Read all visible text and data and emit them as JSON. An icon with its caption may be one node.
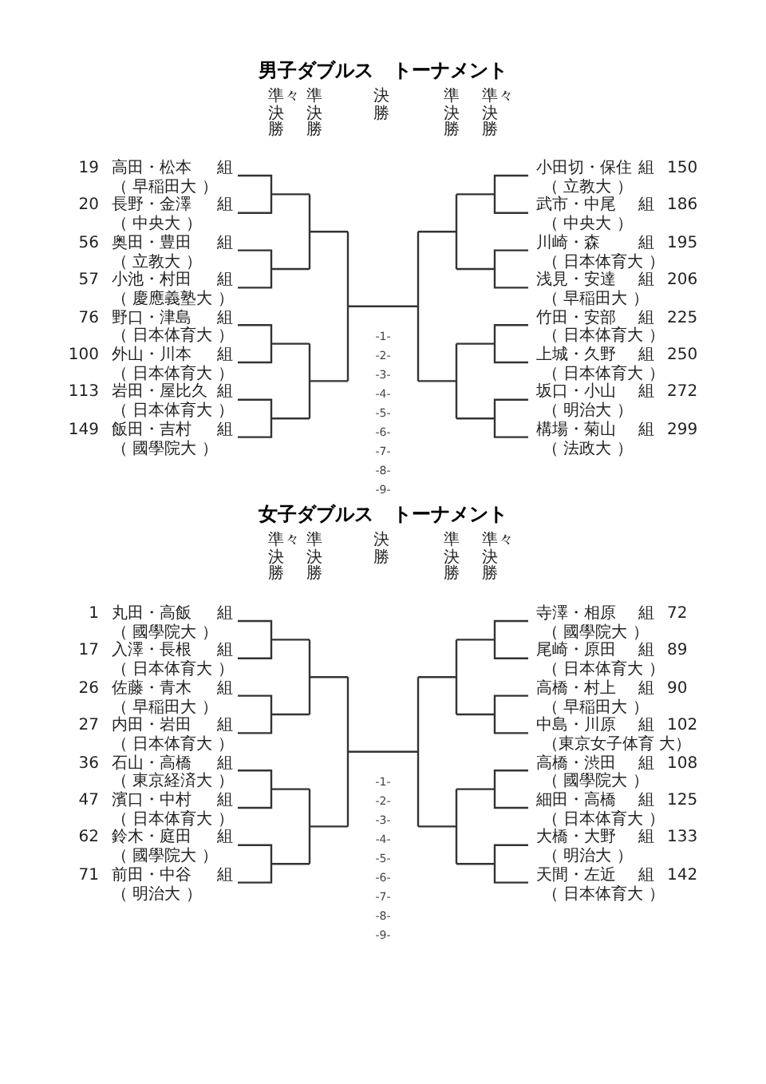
{
  "diagram": {
    "labels": [
      "男子ダブルス　トーナメント",
      "準々決勝",
      "準決勝",
      "決勝",
      "準決勝",
      "準々決勝",
      "19",
      "高田・松本",
      "組",
      "（ 早稲田大 ）",
      "20",
      "長野・金澤",
      "組",
      "（ 中央大 ）",
      "56",
      "奥田・豊田",
      "組",
      "（ 立教大 ）",
      "57",
      "小池・村田",
      "組",
      "（ 慶應義塾大 ）",
      "76",
      "野口・津島",
      "組",
      "（ 日本体育大 ）",
      "100",
      "外山・川本",
      "組",
      "（ 日本体育大 ）",
      "113",
      "岩田・屋比久",
      "組",
      "（ 日本体育大 ）",
      "149",
      "飯田・吉村",
      "組",
      "（ 國學院大 ）",
      "小田切・保住",
      "組",
      "150",
      "（ 立教大 ）",
      "武市・中尾",
      "組",
      "186",
      "（ 中央大 ）",
      "川崎・森",
      "組",
      "195",
      "（ 日本体育大 ）",
      "浅見・安達",
      "組",
      "206",
      "（ 早稲田大 ）",
      "竹田・安部",
      "組",
      "225",
      "（ 日本体育大 ）",
      "上城・久野",
      "組",
      "250",
      "（ 日本体育大 ）",
      "坂口・小山",
      "組",
      "272",
      "（ 明治大 ）",
      "構場・菊山",
      "組",
      "299",
      "（ 法政大 ）",
      "-1-",
      "-2-",
      "-3-",
      "-4-",
      "-5-",
      "-6-",
      "-7-",
      "-8-",
      "-9-",
      "女子ダブルス　トーナメント",
      "準々決勝",
      "準決勝",
      "決勝",
      "準決勝",
      "準々決勝",
      "1",
      "丸田・高飯",
      "組",
      "（ 國學院大 ）",
      "17",
      "入澤・長根",
      "組",
      "（ 日本体育大 ）",
      "26",
      "佐藤・青木",
      "組",
      "（ 早稲田大 ）",
      "27",
      "内田・岩田",
      "組",
      "（ 日本体育大 ）",
      "36",
      "石山・高橋",
      "組",
      "（ 東京経済大 ）",
      "47",
      "濱口・中村",
      "組",
      "（ 日本体育大 ）",
      "62",
      "鈴木・庭田",
      "組",
      "（ 國學院大 ）",
      "71",
      "前田・中谷",
      "組",
      "（ 明治大 ）",
      "寺澤・相原",
      "組",
      "72",
      "（ 國學院大 ）",
      "尾崎・原田",
      "組",
      "89",
      "（ 日本体育大 ）",
      "高橋・村上",
      "組",
      "90",
      "（ 早稲田大 ）",
      "中島・川原",
      "組",
      "102",
      "（東京女子体育 大）",
      "高橋・渋田",
      "組",
      "108",
      "（ 國學院大 ）",
      "細田・高橋",
      "組",
      "125",
      "（ 日本体育大 ）",
      "大橋・大野",
      "組",
      "133",
      "（ 明治大 ）",
      "天間・左近",
      "組",
      "142",
      "（ 日本体育大 ）",
      "-1-",
      "-2-",
      "-3-",
      "-4-",
      "-5-",
      "-6-",
      "-7-",
      "-8-",
      "-9-"
    ]
  }
}
